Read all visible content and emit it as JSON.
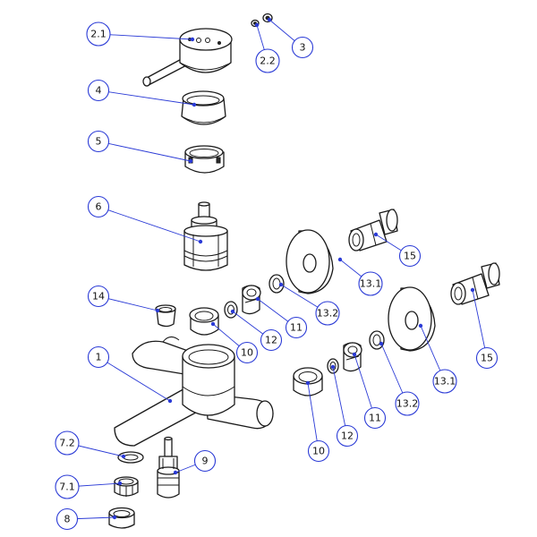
{
  "colors": {
    "accent": "#2b3bd6",
    "line": "#1a1a1a"
  },
  "callouts": [
    {
      "label": "2.1"
    },
    {
      "label": "2.2"
    },
    {
      "label": "3"
    },
    {
      "label": "4"
    },
    {
      "label": "5"
    },
    {
      "label": "6"
    },
    {
      "label": "15"
    },
    {
      "label": "13.1"
    },
    {
      "label": "13.2"
    },
    {
      "label": "11"
    },
    {
      "label": "12"
    },
    {
      "label": "10"
    },
    {
      "label": "14"
    },
    {
      "label": "1"
    },
    {
      "label": "15"
    },
    {
      "label": "13.1"
    },
    {
      "label": "13.2"
    },
    {
      "label": "11"
    },
    {
      "label": "12"
    },
    {
      "label": "10"
    },
    {
      "label": "7.2"
    },
    {
      "label": "9"
    },
    {
      "label": "7.1"
    },
    {
      "label": "8"
    }
  ]
}
